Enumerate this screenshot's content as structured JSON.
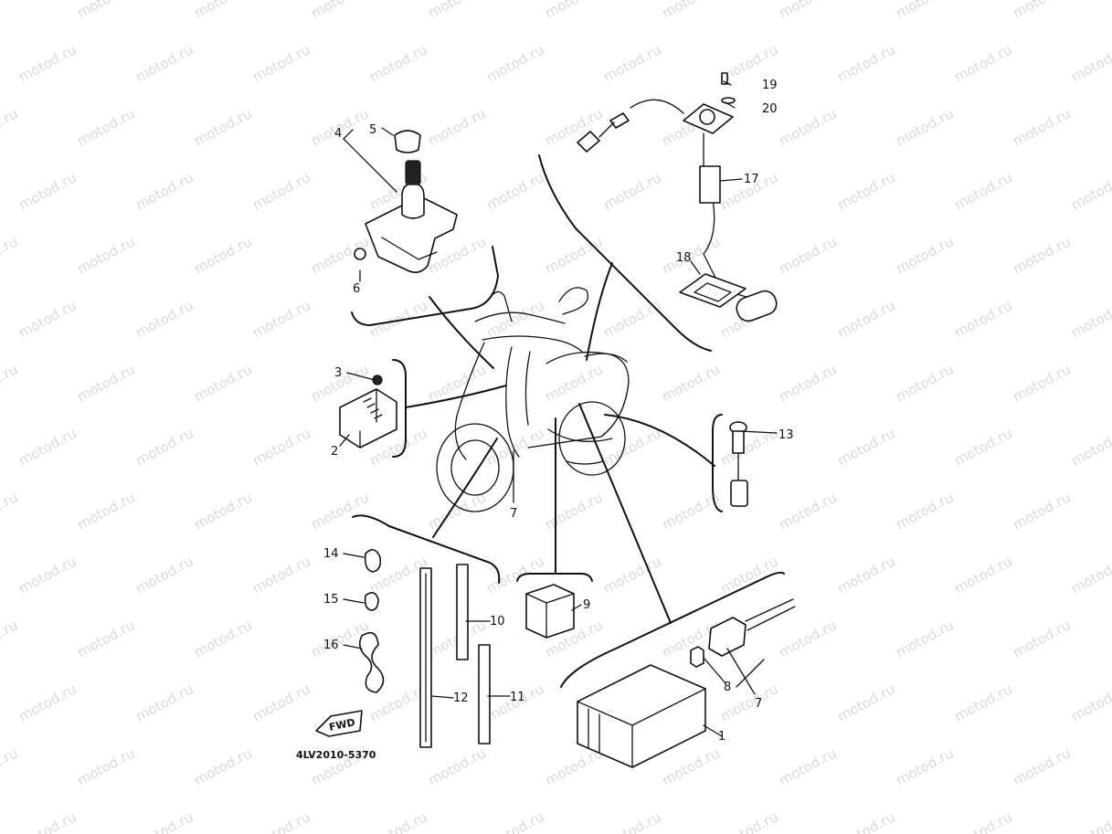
{
  "watermark": {
    "text": "motod.ru"
  },
  "diagram": {
    "code": "4LV2010-5370",
    "fwd_label": "FWD",
    "callouts": {
      "c1": "1",
      "c2": "2",
      "c3": "3",
      "c4": "4",
      "c5": "5",
      "c6": "6",
      "c7a": "7",
      "c7b": "7",
      "c8": "8",
      "c9": "9",
      "c10": "10",
      "c11": "11",
      "c12": "12",
      "c13": "13",
      "c14": "14",
      "c15": "15",
      "c16": "16",
      "c17": "17",
      "c18": "18",
      "c19": "19",
      "c20": "20"
    }
  }
}
